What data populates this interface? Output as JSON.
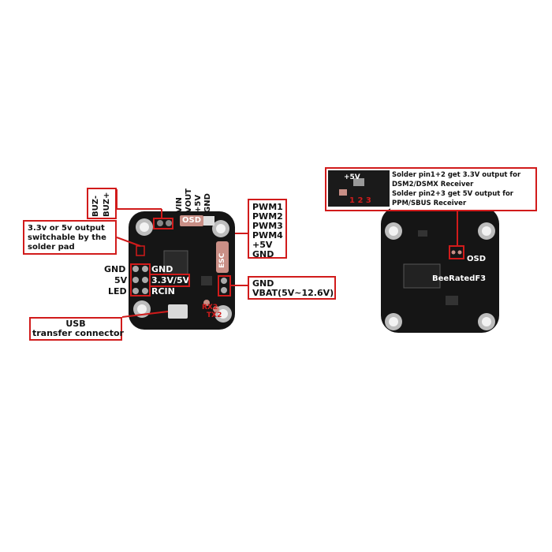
{
  "left_board": {
    "buzzer_labels": [
      "BUZ-",
      "BUZ+"
    ],
    "top_pin_labels": [
      "VIN",
      "VOUT",
      "+5V",
      "GND"
    ],
    "osd_label": "OSD",
    "esc_label": "ESC",
    "pad_note": [
      "3.3v or 5v output",
      "switchable by the",
      "solder pad"
    ],
    "left_pins": [
      "GND",
      "5V",
      "LED"
    ],
    "board_labels": [
      "GND",
      "3.3V/5V",
      "RCIN"
    ],
    "pwm_labels": [
      "PWM1",
      "PWM2",
      "PWM3",
      "PWM4",
      "+5V",
      "GND"
    ],
    "power_labels": [
      "GND",
      "VBAT(5V~12.6V)"
    ],
    "rx_tx": [
      "RX2",
      "TX2"
    ],
    "usb_note": [
      "USB",
      "transfer connector"
    ]
  },
  "right_board": {
    "inset_label": "+5V",
    "inset_pins": "1 2 3",
    "note": [
      "Solder pin1+2 get 3.3V output for",
      "DSM2/DSMX Receiver",
      "Solder pin2+3 get 5V output for",
      "PPM/SBUS Receiver"
    ],
    "board_text": "BeeRatedF3",
    "osd_label": "OSD"
  },
  "colors": {
    "callout_border": "#d11b1b",
    "pcb": "#141414",
    "pad": "#c9c9c9"
  }
}
